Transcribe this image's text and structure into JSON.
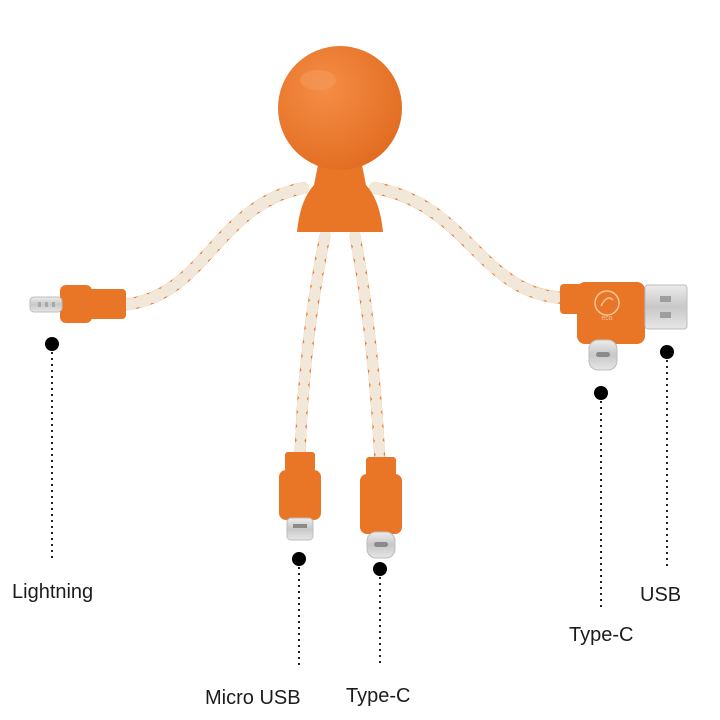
{
  "product": {
    "body_color": "#e97527",
    "cable_stripe_color": "#f1e8da",
    "logo_text": "eco"
  },
  "connectors": {
    "lightning": {
      "label": "Lightning"
    },
    "micro_usb": {
      "label": "Micro USB"
    },
    "type_c_center": {
      "label": "Type-C"
    },
    "type_c_right": {
      "label": "Type-C"
    },
    "usb": {
      "label": "USB"
    }
  }
}
